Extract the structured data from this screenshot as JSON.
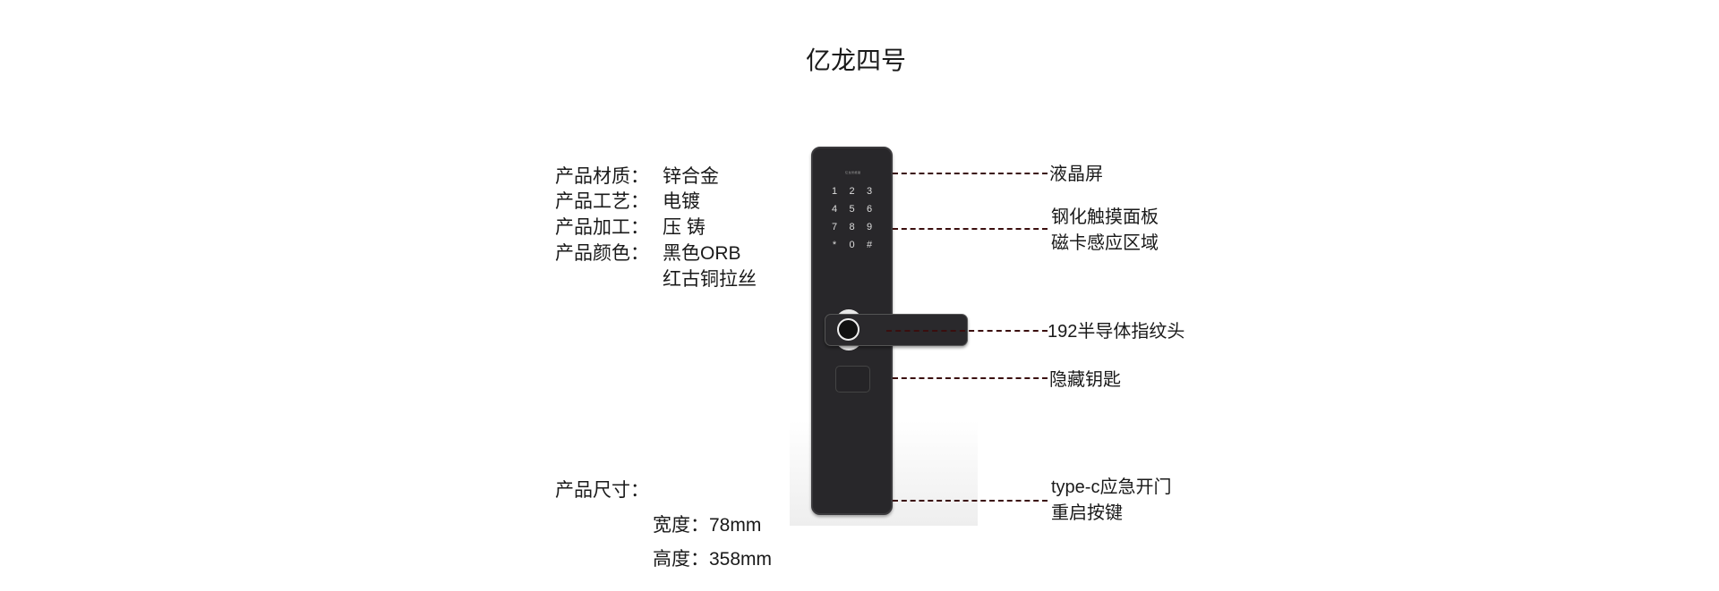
{
  "title": "亿龙四号",
  "specs": {
    "material_label": "产品材质：",
    "material": "锌合金",
    "process_label": "产品工艺：",
    "process": "电镀",
    "machining_label": "产品加工：",
    "machining": "压 铸",
    "color_label": "产品颜色：",
    "color_1": "黑色ORB",
    "color_2": "红古铜拉丝",
    "size_label": "产品尺寸：",
    "width": "宽度：78mm",
    "height": "高度：358mm"
  },
  "lock": {
    "screen_text": "亿龙智能锁",
    "keys": [
      "1",
      "2",
      "3",
      "4",
      "5",
      "6",
      "7",
      "8",
      "9",
      "*",
      "0",
      "#"
    ]
  },
  "callouts": {
    "lcd": "液晶屏",
    "panel_1": "钢化触摸面板",
    "panel_2": "磁卡感应区域",
    "fingerprint": "192半导体指纹头",
    "key": "隐藏钥匙",
    "typec_1": "type-c应急开门",
    "typec_2": "重启按键"
  },
  "colors": {
    "lock_body": "#28272a",
    "leader_line": "#3a0e0e"
  }
}
